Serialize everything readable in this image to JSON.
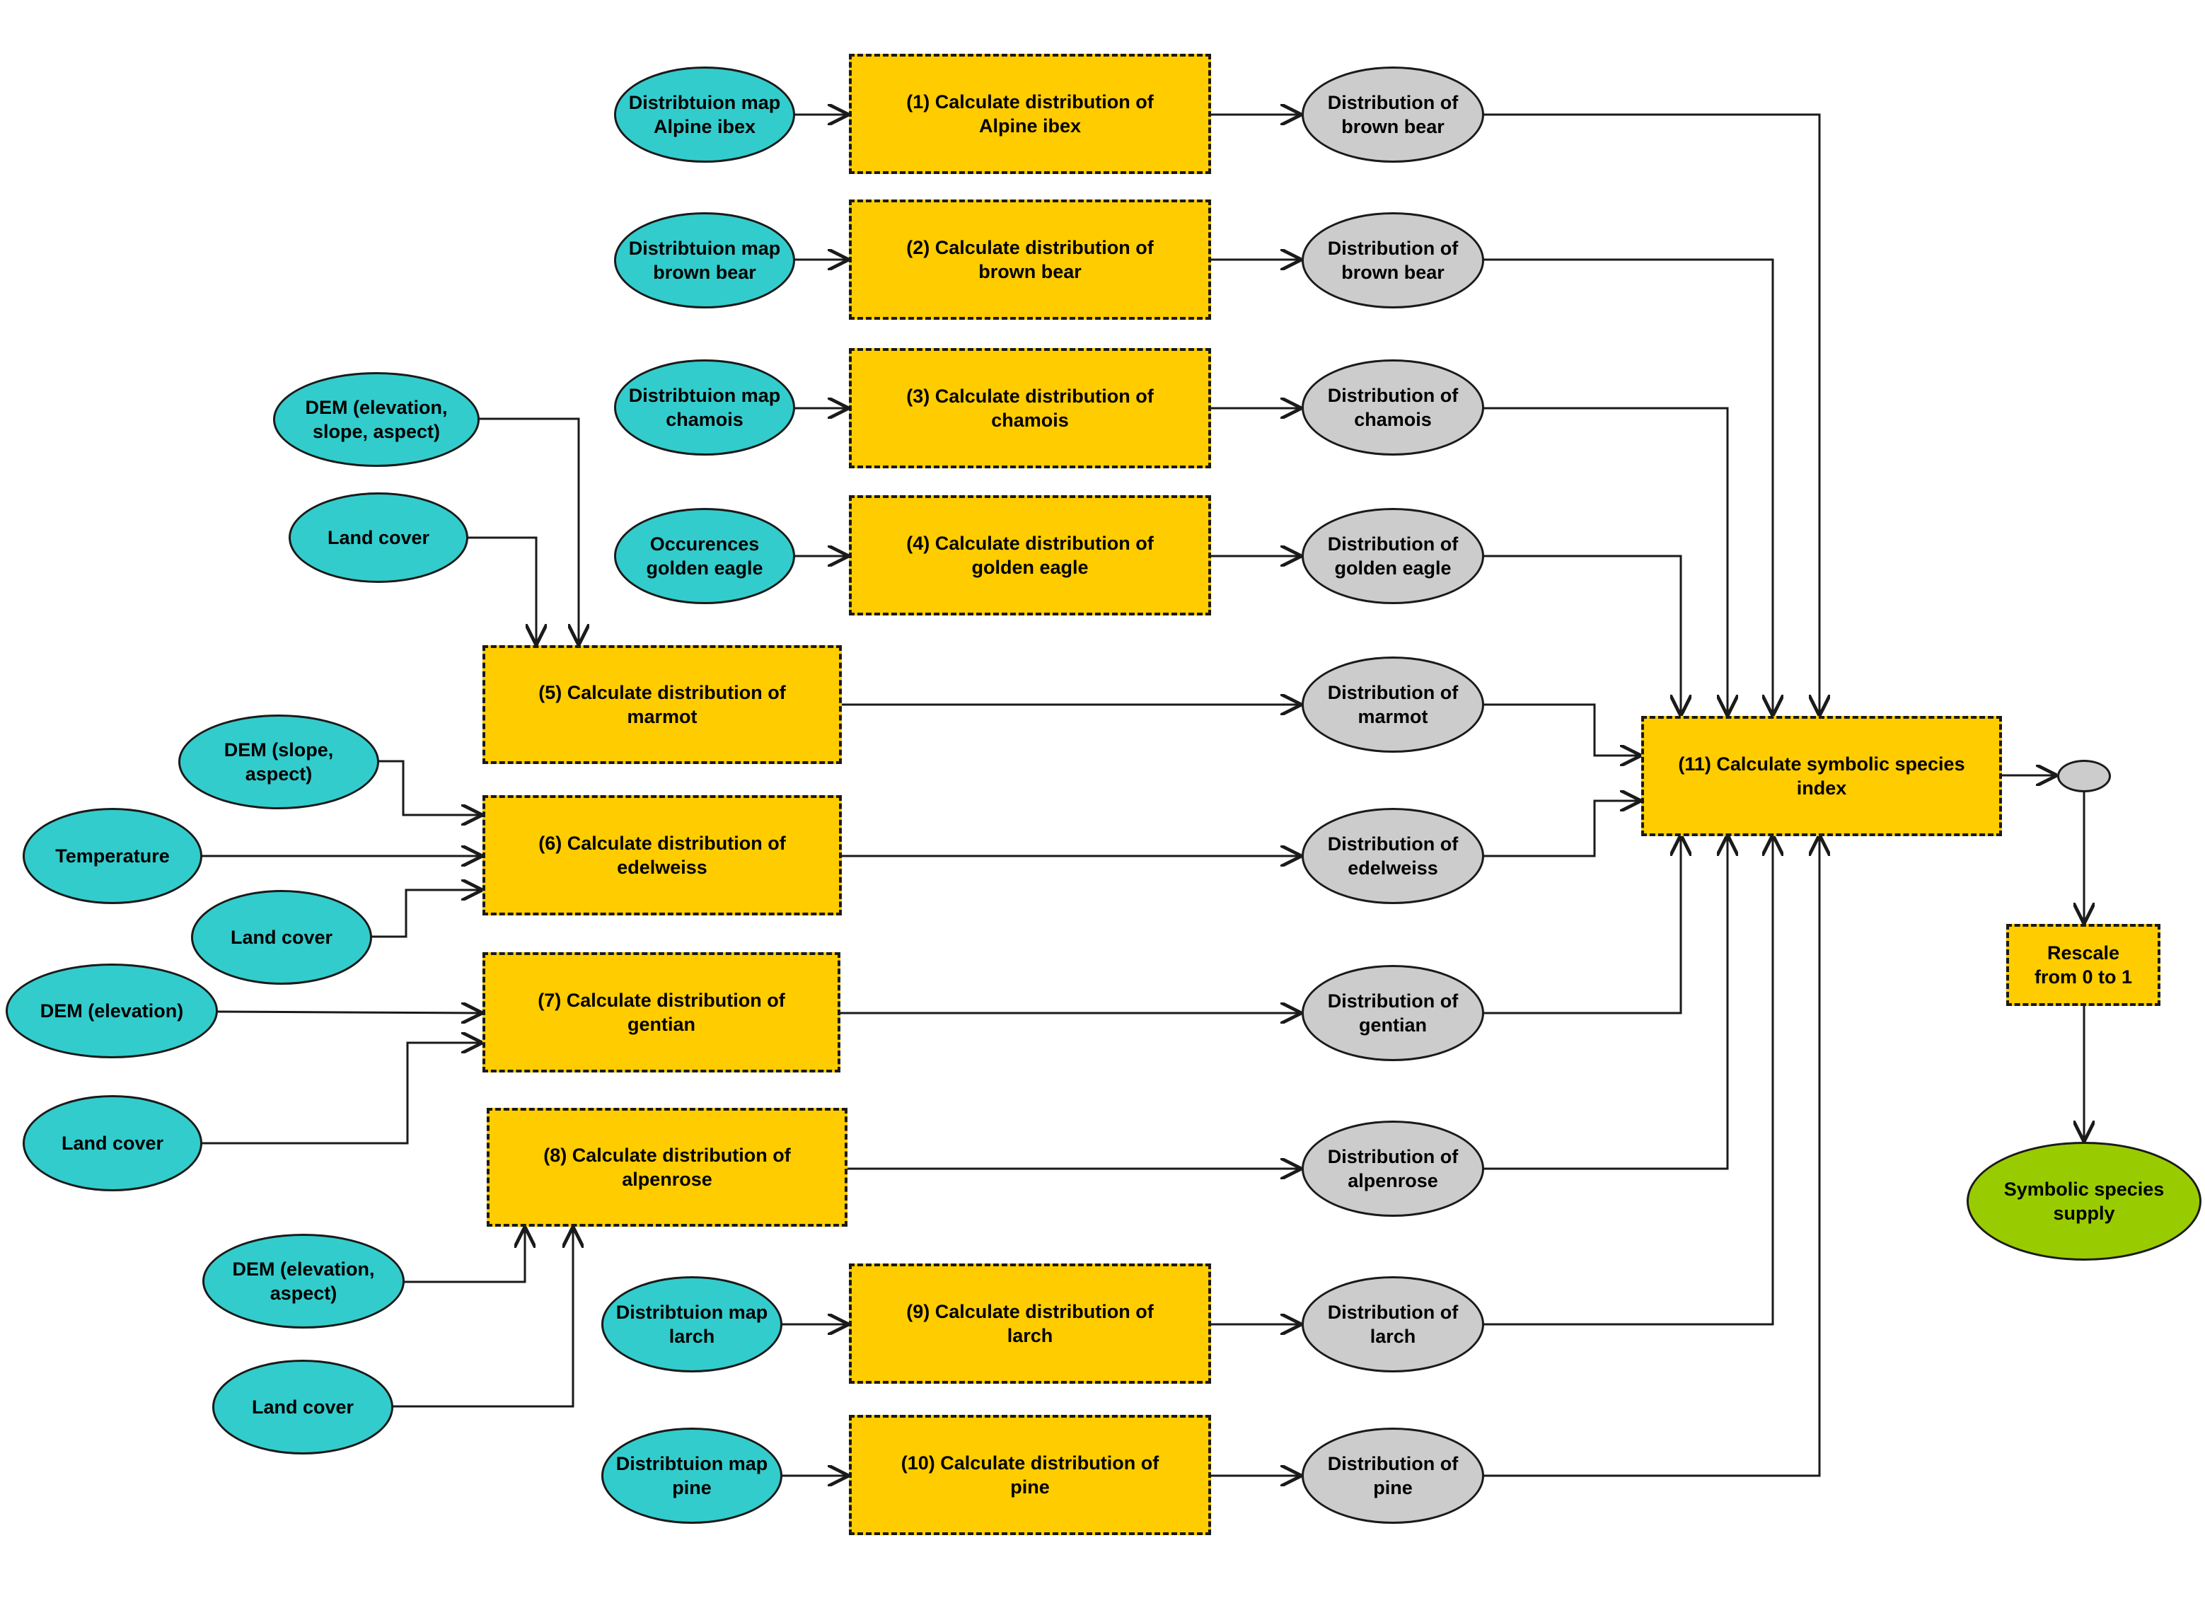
{
  "colors": {
    "input": "#33cccc",
    "process": "#ffcc00",
    "output": "#cccccc",
    "final": "#99cc00",
    "line": "#1a1a1a"
  },
  "inputs": {
    "map_ibex": "Distribtuion map\nAlpine ibex",
    "map_bear": "Distribtuion map\nbrown bear",
    "map_chamois": "Distribtuion map\nchamois",
    "occ_eagle": "Occurences\ngolden eagle",
    "dem_marmot": "DEM (elevation,\nslope, aspect)",
    "lc_marmot": "Land cover",
    "dem_edelweiss": "DEM (slope,\naspect)",
    "temperature": "Temperature",
    "lc_edelweiss": "Land cover",
    "dem_gentian": "DEM (elevation)",
    "lc_gentian": "Land cover",
    "dem_alpenrose": "DEM (elevation,\naspect)",
    "lc_alpenrose": "Land cover",
    "map_larch": "Distribtuion map\nlarch",
    "map_pine": "Distribtuion map\npine"
  },
  "processes": {
    "p1": "(1) Calculate distribution of\nAlpine ibex",
    "p2": "(2) Calculate distribution of\nbrown bear",
    "p3": "(3) Calculate distribution of\nchamois",
    "p4": "(4) Calculate distribution of\ngolden eagle",
    "p5": "(5) Calculate distribution of\nmarmot",
    "p6": "(6) Calculate distribution of\nedelweiss",
    "p7": "(7) Calculate distribution of\ngentian",
    "p8": "(8) Calculate distribution of\nalpenrose",
    "p9": "(9) Calculate distribution of\nlarch",
    "p10": "(10) Calculate distribution of\npine",
    "p11": "(11) Calculate symbolic species\nindex",
    "rescale": "Rescale\nfrom 0 to 1"
  },
  "outputs": {
    "o1": "Distribution of\nbrown bear",
    "o2": "Distribution of\nbrown bear",
    "o3": "Distribution of\nchamois",
    "o4": "Distribution of\ngolden eagle",
    "o5": "Distribution of\nmarmot",
    "o6": "Distribution of\nedelweiss",
    "o7": "Distribution of\ngentian",
    "o8": "Distribution of\nalpenrose",
    "o9": "Distribution of\nlarch",
    "o10": "Distribution of\npine",
    "intermediate": "",
    "final": "Symbolic species\nsupply"
  }
}
